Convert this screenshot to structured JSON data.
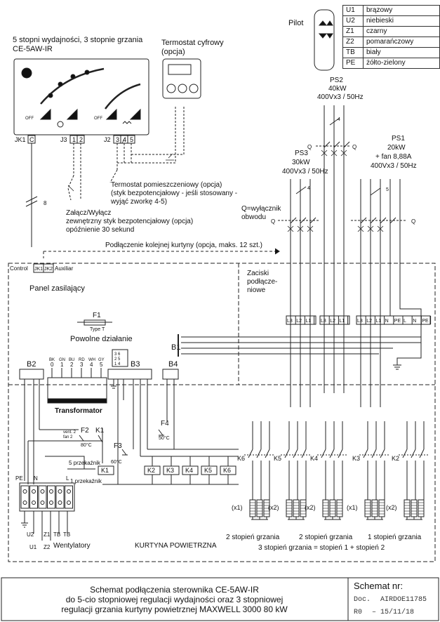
{
  "header": {
    "controller_title_line1": "5 stopni wydajności, 3 stopnie grzania",
    "controller_title_line2": "CE-5AW-IR",
    "thermostat_digital_line1": "Termostat cyfrowy",
    "thermostat_digital_line2": "(opcja)",
    "pilot_label": "Pilot"
  },
  "legend": [
    {
      "code": "U1",
      "color": "brązowy"
    },
    {
      "code": "U2",
      "color": "niebieski"
    },
    {
      "code": "Z1",
      "color": "czarny"
    },
    {
      "code": "Z2",
      "color": "pomarańczowy"
    },
    {
      "code": "TB",
      "color": "biały"
    },
    {
      "code": "PE",
      "color": "żółto-zielony"
    }
  ],
  "controller": {
    "off1": "OFF",
    "off2": "OFF",
    "terminals": {
      "jk1": "JK1",
      "c": "C",
      "j3": "J3",
      "j3_1": "1",
      "j3_2": "2",
      "j2": "J2",
      "j2_3": "3",
      "j2_4": "4",
      "j2_5": "5"
    }
  },
  "cable_numbers": {
    "jk_cable": "8",
    "ps2_cable": "4",
    "ps3_cable": "4",
    "ps1_cable": "5"
  },
  "power_supplies": {
    "ps2": {
      "name": "PS2",
      "power": "40kW",
      "voltage": "400Vx3 / 50Hz"
    },
    "ps3": {
      "name": "PS3",
      "power": "30kW",
      "voltage": "400Vx3 / 50Hz"
    },
    "ps1": {
      "name": "PS1",
      "power": "20kW",
      "extra": "+ fan 8,88A",
      "voltage": "400Vx3 / 50Hz"
    }
  },
  "labels": {
    "room_thermostat_line1": "Termostat pomieszczeniowy (opcja)",
    "room_thermostat_line2": "(styk bezpotencjałowy - jeśli stosowany -",
    "room_thermostat_line3": "wyjąć zworkę 4-5)",
    "onoff_line1": "Załącz/Wyłącz",
    "onoff_line2": "zewnętrzny styk bezpotencjałowy (opcja)",
    "onoff_line3": "opóźnienie 30 sekund",
    "breaker_line1": "Q=wyłącznik",
    "breaker_line2": "obwodu",
    "q": "Q",
    "next_curtain": "Podłączenie kolejnej kurtyny (opcja, maks. 12 szt.)",
    "control": "Control",
    "jk1": "JK1",
    "jk2": "JK2",
    "auxiliar": "Auxiliar",
    "power_panel": "Panel zasilający",
    "terminals_line1": "Zaciski",
    "terminals_line2": "podłącze-",
    "terminals_line3": "niowe",
    "f1": "F1",
    "type_t": "Type T",
    "slow_acting": "Powolne działanie",
    "b1": "B1",
    "b2": "B2",
    "b3": "B3",
    "b4": "B4",
    "transformer": "Transformator",
    "f2": "F2",
    "f2_temp": "80°C",
    "f3": "F3",
    "f3_temp": "60°C",
    "f4": "F4",
    "f4_temp": "50°C",
    "k1": "K1",
    "vent": "vent. 2",
    "fan2": "fan 2",
    "five_relays": "5 przekaźnik",
    "one_relay": "1 przekaźnik",
    "fans": "Wentylatory",
    "air_curtain": "KURTYNA POWIETRZNA",
    "pe": "PE",
    "n": "N",
    "l": "L",
    "u2": "U2",
    "u1": "U1",
    "z1": "Z1",
    "z2": "Z2",
    "tb": "TB",
    "heat2": "2 stopień grzania",
    "heat2b": "2 stopień grzania",
    "heat1": "1 stopień grzania",
    "heat3": "3 stopień grzania = stopień 1 + stopień 2"
  },
  "terminal_groups": [
    [
      "L3",
      "L2",
      "L1"
    ],
    [
      "L3",
      "L2",
      "L1"
    ],
    [
      "L3",
      "L2",
      "L1",
      "N",
      "PE",
      "L",
      "N",
      "PE"
    ]
  ],
  "transformer_pins": [
    "BK",
    "GN",
    "BU",
    "RD",
    "WH",
    "GY"
  ],
  "transformer_nums": [
    "0",
    "1",
    "2",
    "3",
    "4",
    "5"
  ],
  "relays": [
    "K2",
    "K3",
    "K4",
    "K5",
    "K6"
  ],
  "contactors": [
    "K6",
    "K5",
    "K4",
    "K3",
    "K2"
  ],
  "heater_groups": [
    "(x1)",
    "(x2)",
    "(x2)",
    "(x1)",
    "(x2)"
  ],
  "title_block": {
    "line1": "Schemat podłączenia sterownika CE-5AW-IR",
    "line2": "do 5-cio stopniowej regulacji wydajności oraz 3 stopniowej",
    "line3": "regulacji grzania kurtyny powietrznej MAXWELL 3000 80 kW",
    "schema_label": "Schemat nr:",
    "doc_label": "Doc.",
    "doc_number": "AIRDOE11785",
    "revision": "R0",
    "date": "15/11/18"
  }
}
